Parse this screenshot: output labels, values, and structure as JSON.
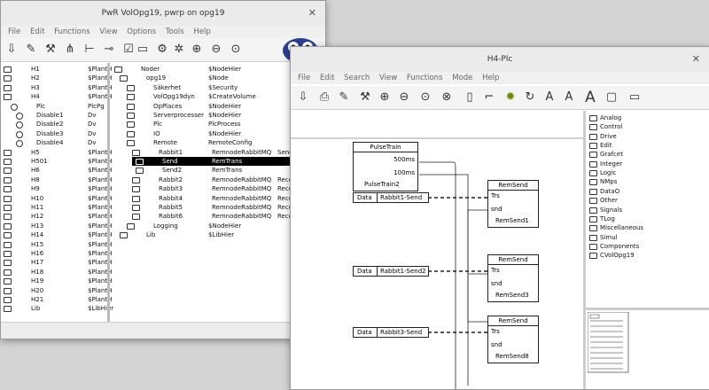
{
  "win1": {
    "title": "PwR VolOpg19,  pwrp on opg19",
    "menu": [
      "File",
      "Edit",
      "Functions",
      "View",
      "Options",
      "Tools",
      "Help"
    ],
    "left_tree": [
      [
        "H1",
        "$PlantH"
      ],
      [
        "H2",
        "$PlantH"
      ],
      [
        "H3",
        "$PlantH"
      ],
      [
        "H4",
        "$PlantH"
      ],
      [
        "Plc",
        "PlcPg"
      ],
      [
        "Disable1",
        "Dv"
      ],
      [
        "Disable2",
        "Dv"
      ],
      [
        "Disable3",
        "Dv"
      ],
      [
        "Disable4",
        "Dv"
      ],
      [
        "H5",
        "$PlantH"
      ],
      [
        "H501",
        "$PlantH"
      ],
      [
        "H6",
        "$PlantH"
      ],
      [
        "H8",
        "$PlantH"
      ],
      [
        "H9",
        "$PlantH"
      ],
      [
        "H10",
        "$PlantH"
      ],
      [
        "H11",
        "$PlantH"
      ],
      [
        "H12",
        "$PlantH"
      ],
      [
        "H13",
        "$PlantH"
      ],
      [
        "H14",
        "$PlantH"
      ],
      [
        "H15",
        "$PlantH"
      ],
      [
        "H16",
        "$PlantH"
      ],
      [
        "H17",
        "$PlantH"
      ],
      [
        "H18",
        "$PlantH"
      ],
      [
        "H19",
        "$PlantH"
      ],
      [
        "H20",
        "$PlantH"
      ],
      [
        "H21",
        "$PlantH"
      ],
      [
        "Lib",
        "$LibHier"
      ]
    ],
    "right_tree": [
      [
        "Noder",
        "$NodeHier",
        ""
      ],
      [
        "opg19",
        "$Node",
        ""
      ],
      [
        "Säkerhet",
        "$Security",
        ""
      ],
      [
        "VolOpg19dyn",
        "$CreateVolume",
        ""
      ],
      [
        "OpPlaces",
        "$NodeHier",
        ""
      ],
      [
        "Serverprocesser",
        "$NodeHier",
        ""
      ],
      [
        "Plc",
        "PlcProcess",
        ""
      ],
      [
        "IO",
        "$NodeHier",
        ""
      ],
      [
        "Remote",
        "RemoteConfig",
        ""
      ],
      [
        "Rabbit1",
        "RemnodeRabbitMQ",
        "Send"
      ],
      [
        "Send",
        "RemTrans",
        ""
      ],
      [
        "Send2",
        "RemTrans",
        ""
      ],
      [
        "Rabbit2",
        "RemnodeRabbitMQ",
        "Rece"
      ],
      [
        "Rabbit3",
        "RemnodeRabbitMQ",
        "Rece"
      ],
      [
        "Rabbit4",
        "RemnodeRabbitMQ",
        "Rece"
      ],
      [
        "Rabbit5",
        "RemnodeRabbitMQ",
        "Rece"
      ],
      [
        "Rabbit6",
        "RemnodeRabbitMQ",
        "Rece"
      ],
      [
        "Logging",
        "$NodeHier",
        ""
      ],
      [
        "Lib",
        "$LibHier",
        ""
      ]
    ]
  },
  "win2": {
    "title": "H4-Plc",
    "menu": [
      "File",
      "Edit",
      "Search",
      "View",
      "Functions",
      "Mode",
      "Help"
    ],
    "palette": [
      "Analog",
      "Control",
      "Drive",
      "Edit",
      "Grafcet",
      "Integer",
      "Logic",
      "NMps",
      "DataO",
      "Other",
      "Signals",
      "TLog",
      "Miscellaneous",
      "Simul",
      "Components",
      "CVolOpg19"
    ],
    "pulsetrain": {
      "title": "PulseTrain",
      "in1": "500ms",
      "in2": "100ms",
      "name": "PulseTrain2"
    },
    "data_rows": [
      {
        "label": "Data",
        "value": "Rabbit1-Send"
      },
      {
        "label": "Data",
        "value": "Rabbit1-Send2"
      },
      {
        "label": "Data",
        "value": "Rabbit3-Send"
      }
    ],
    "remsend": [
      {
        "title": "RemSend",
        "trs": "Trs",
        "snd": "snd",
        "name": "RemSend1"
      },
      {
        "title": "RemSend",
        "trs": "Trs",
        "snd": "snd",
        "name": "RemSend3"
      },
      {
        "title": "RemSend",
        "trs": "Trs",
        "snd": "snd",
        "name": "RemSend8"
      }
    ]
  }
}
